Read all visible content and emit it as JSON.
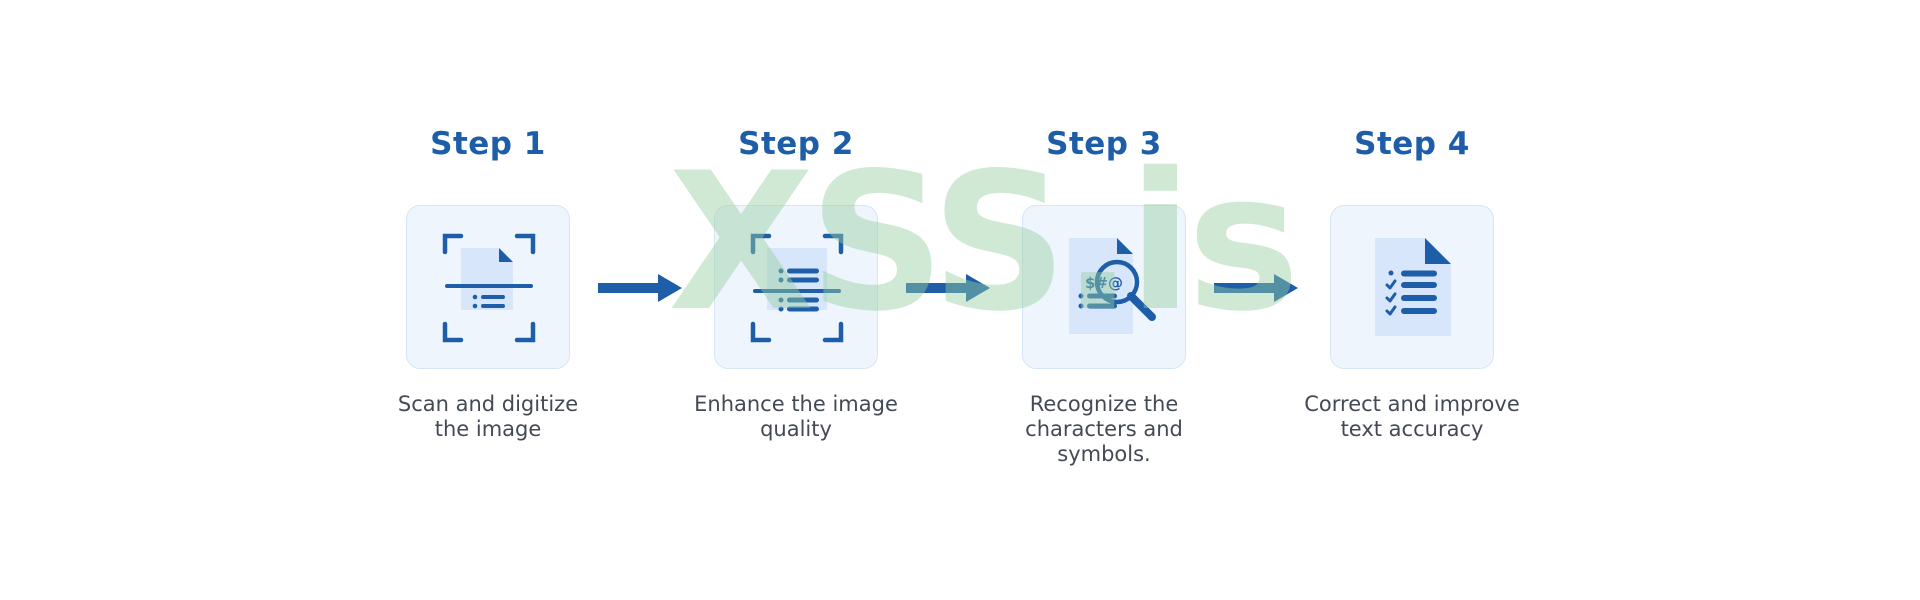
{
  "steps": [
    {
      "title": "Step 1",
      "caption_lines": [
        "Scan and digitize",
        "the image"
      ],
      "icon": "scan-document-icon"
    },
    {
      "title": "Step 2",
      "caption_lines": [
        "Enhance the image",
        "quality"
      ],
      "icon": "enhance-document-icon"
    },
    {
      "title": "Step 3",
      "caption_lines": [
        "Recognize the",
        "characters and",
        "symbols."
      ],
      "icon": "recognize-characters-icon"
    },
    {
      "title": "Step 4",
      "caption_lines": [
        "Correct and improve",
        "text accuracy"
      ],
      "icon": "checklist-document-icon"
    }
  ],
  "icon_symbols": "$#@",
  "watermark": "XSS.is",
  "colors": {
    "accent": "#1e5ea8",
    "card_bg": "#eef5fd",
    "card_border": "#d5e6f7",
    "doc_fill": "#d7e6fb",
    "caption": "#444a55",
    "watermark": "#96cea0"
  }
}
